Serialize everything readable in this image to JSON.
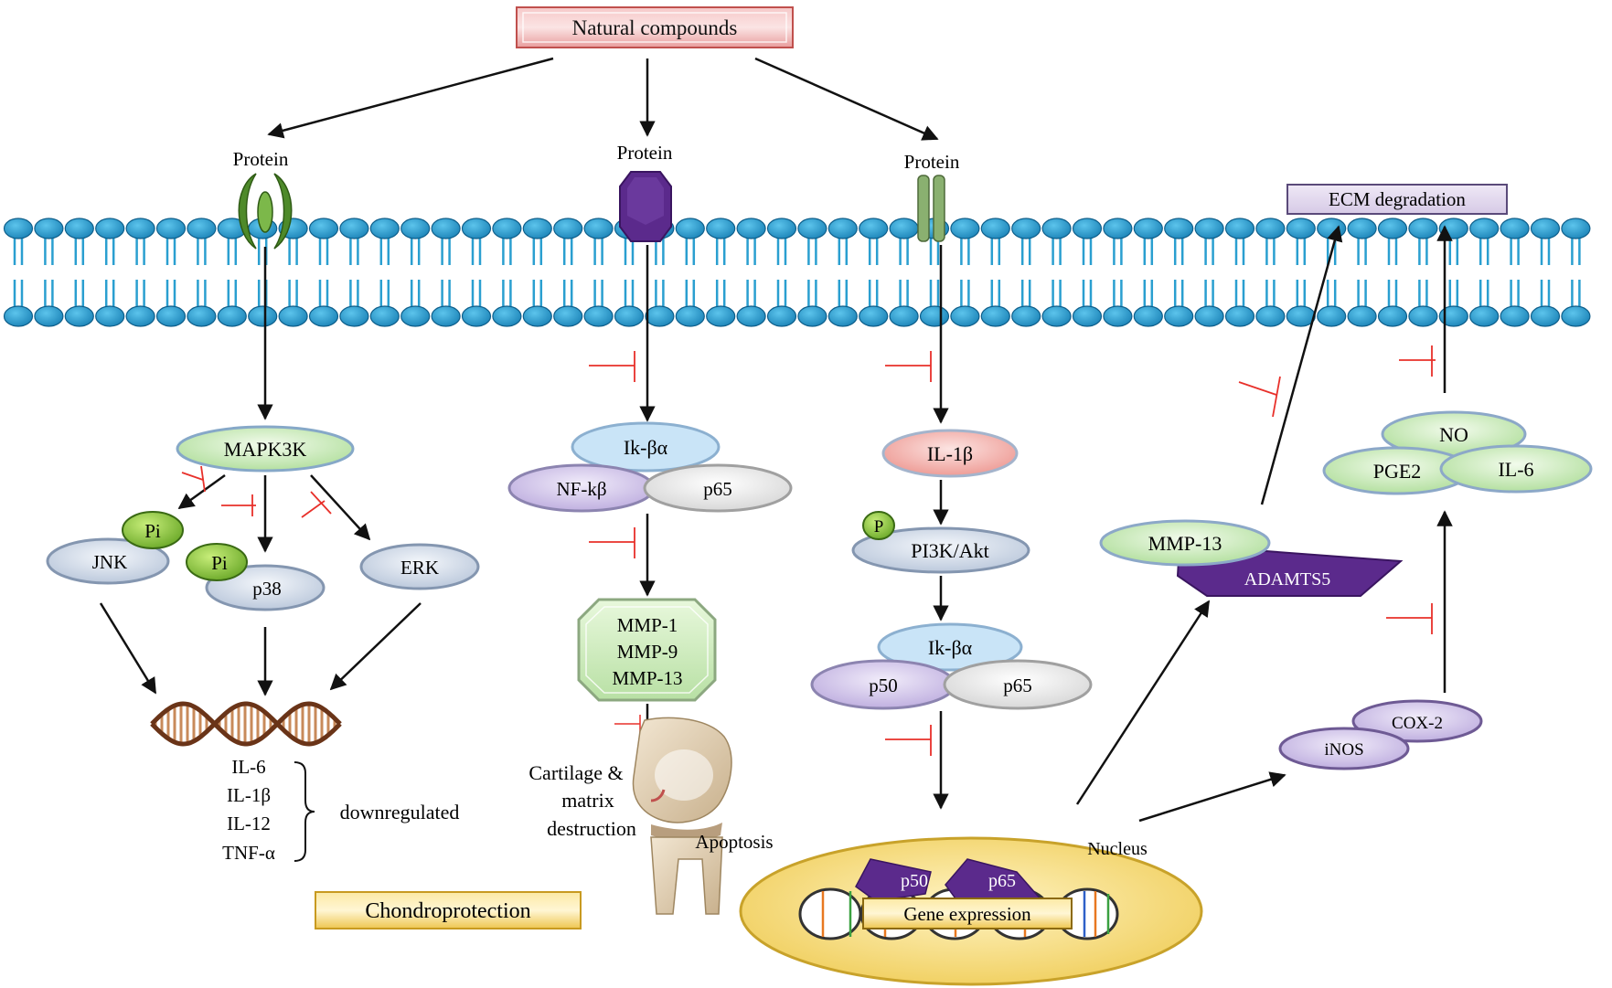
{
  "header": {
    "title": "Natural compounds"
  },
  "receptors": {
    "left": "Protein",
    "middle": "Protein",
    "right": "Protein"
  },
  "ecm": {
    "label": "ECM degradation"
  },
  "mapk": {
    "mapk3k": "MAPK3K",
    "jnk": "JNK",
    "p38": "p38",
    "erk": "ERK",
    "pi": "Pi",
    "cytokines": [
      "IL-6",
      "IL-1β",
      "IL-12",
      "TNF-α"
    ],
    "downregulated": "downregulated"
  },
  "nfkb": {
    "ikba": "Ik-βα",
    "nfkb": "NF-kβ",
    "p65": "p65",
    "mmps": [
      "MMP-1",
      "MMP-9",
      "MMP-13"
    ],
    "cartilage": [
      "Cartilage &",
      "matrix",
      "destruction"
    ],
    "apoptosis": "Apoptosis"
  },
  "pi3k": {
    "il1b": "IL-1β",
    "p": "P",
    "pi3k": "PI3K/Akt",
    "ikba": "Ik-βα",
    "p50": "p50",
    "p65": "p65"
  },
  "right": {
    "mmp13": "MMP-13",
    "adamts5": "ADAMTS5",
    "no": "NO",
    "pge2": "PGE2",
    "il6": "IL-6",
    "cox2": "COX-2",
    "inos": "iNOS"
  },
  "nucleus": {
    "label": "Nucleus",
    "p50": "p50",
    "p65": "p65",
    "gene_expression": "Gene expression"
  },
  "footer": {
    "chondroprotection": "Chondroprotection"
  },
  "colors": {
    "membrane": "#2A9FD0",
    "inhibit": "#E8302A",
    "blue_oval": "#DCE5F2",
    "green_oval": "#D4F0C4",
    "purple_oval": "#D8CCF0",
    "pink_oval": "#F4B8B4",
    "dark_purple": "#5B2A8C",
    "nucleus": "#F6E08C",
    "gold_box": "#F8D870"
  }
}
